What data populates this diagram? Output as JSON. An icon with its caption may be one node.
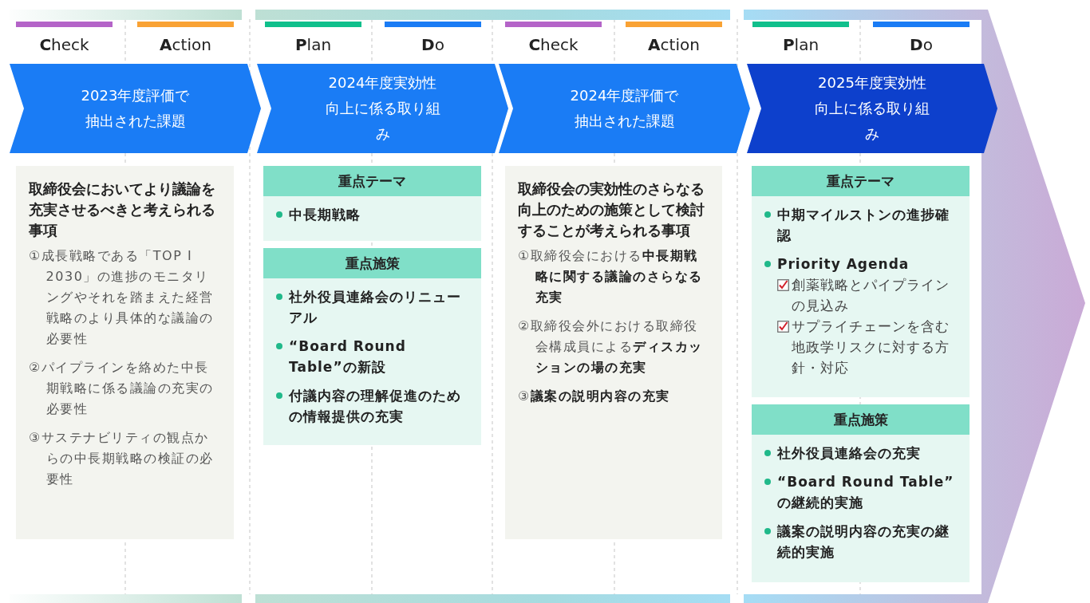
{
  "diagram": {
    "nodes": [
      {
        "text": [
          "2023年度評価で抽出された課題"
        ]
      },
      {
        "text": [
          "2024年度実効性向上に係る取り組み"
        ]
      },
      {
        "text": [
          "2024年度評価で抽出された課題"
        ]
      },
      {
        "text": [
          "2025年度実効性向上に係る取り組み"
        ]
      },
      {
        "text": [
          "取締役会においてより議論を充実させるべきと考えられる事項",
          "①成長戦略である「TOP I 2030」の進捗のモニタリングやそれを踏まえた経営戦略のより具体的な議論の必要性",
          "②パイプラインを絡めた中長期戦略に係る議論の充実の必要性",
          "③サステナビリティの観点からの中長期戦略の検証の必要性"
        ]
      },
      {
        "text": [
          "重点テーマ",
          "中長期戦略"
        ]
      },
      {
        "text": [
          "重点施策",
          "社外役員連絡会のリニューアル",
          "“Board Round Table”の新設",
          "付議内容の理解促進のための情報提供の充実"
        ]
      },
      {
        "text": [
          "取締役会の実効性のさらなる向上のための施策として検討することが考えられる事項",
          "①取締役会における**中長期戦略に関する議論のさらなる充実**",
          "②取締役会外における取締役会構成員による**ディスカッションの場の充実**",
          "③**議案の説明内容の充実**"
        ]
      },
      {
        "text": [
          "重点テーマ",
          "中期マイルストンの進捗確認",
          "Priority Agenda",
          "創薬戦略とパイプラインの見込み",
          "サプライチェーンを含む地政学リスクに対する方針・対応"
        ]
      },
      {
        "text": [
          "重点施策",
          "社外役員連絡会の充実",
          "“Board Round Table” の継続的実施",
          "議案の説明内容の充実の継続的実施"
        ]
      }
    ],
    "labels": [
      "**C**heck",
      "**A**ction",
      "**P**lan",
      "**D**o",
      "**C**heck",
      "**A**ction",
      "**P**lan",
      "**D**o"
    ]
  }
}
